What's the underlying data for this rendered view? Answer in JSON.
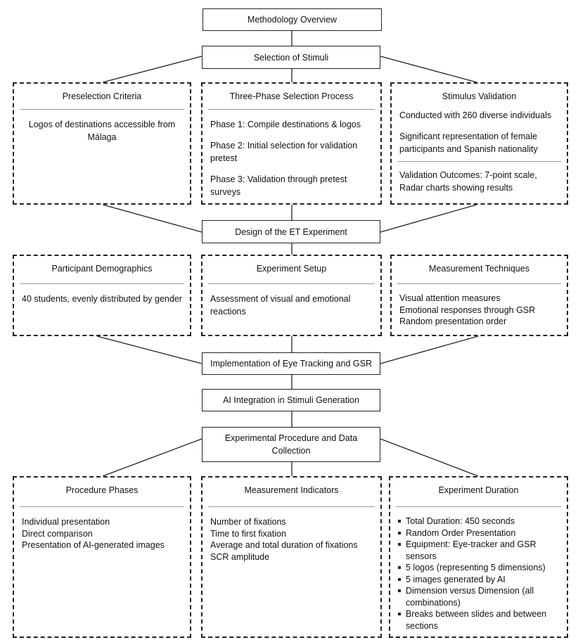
{
  "nodes": {
    "methodology": "Methodology Overview",
    "selection": "Selection of Stimuli",
    "design": "Design of the ET Experiment",
    "implementation": "Implementation of Eye Tracking and GSR",
    "ai": "AI Integration in Stimuli Generation",
    "procedure": "Experimental Procedure and Data Collection"
  },
  "panels": {
    "preselection": {
      "title": "Preselection Criteria",
      "text": "Logos of destinations accessible from Málaga"
    },
    "three_phase": {
      "title": "Three-Phase Selection Process",
      "items": [
        "Phase 1: Compile destinations & logos",
        "Phase 2: Initial selection for validation pretest",
        "Phase 3: Validation through pretest surveys"
      ]
    },
    "validation": {
      "title": "Stimulus Validation",
      "items": [
        "Conducted with 260 diverse individuals",
        "Significant representation of female participants and Spanish nationality"
      ],
      "outcomes": "Validation Outcomes: 7-point scale, Radar charts showing results"
    },
    "demographics": {
      "title": "Participant Demographics",
      "text": "40 students, evenly distributed by gender"
    },
    "setup": {
      "title": "Experiment Setup",
      "text": "Assessment of visual and emotional reactions"
    },
    "measurement": {
      "title": "Measurement Techniques",
      "items": [
        "Visual attention measures",
        "Emotional responses through GSR",
        "Random presentation order"
      ]
    },
    "phases": {
      "title": "Procedure Phases",
      "items": [
        "Individual presentation",
        "Direct comparison",
        "Presentation of AI-generated images"
      ]
    },
    "indicators": {
      "title": "Measurement Indicators",
      "items": [
        "Number of fixations",
        "Time to first fixation",
        "Average and total duration of fixations",
        "SCR amplitude"
      ]
    },
    "duration": {
      "title": "Experiment Duration",
      "items": [
        "Total Duration: 450 seconds",
        "Random Order Presentation",
        "Equipment: Eye-tracker and GSR sensors",
        "5 logos (representing 5 dimensions)",
        "5 images generated by AI",
        "Dimension versus Dimension (all combinations)",
        "Breaks between slides and between sections"
      ]
    }
  }
}
